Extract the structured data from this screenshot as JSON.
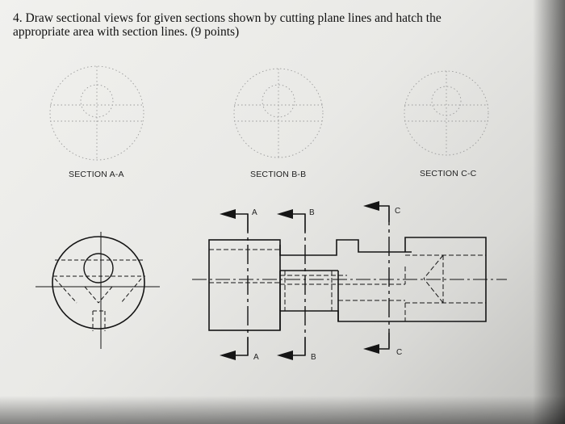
{
  "question": {
    "line1": "4. Draw sectional views for given sections shown by cutting plane lines and hatch the",
    "line2": "appropriate area with section lines. (9 points)"
  },
  "section_labels": [
    "SECTION A-A",
    "SECTION B-B",
    "SECTION C-C"
  ],
  "cutting_plane_labels": {
    "top": [
      "A",
      "B",
      "C"
    ],
    "bottom": [
      "A",
      "B",
      "C"
    ]
  }
}
